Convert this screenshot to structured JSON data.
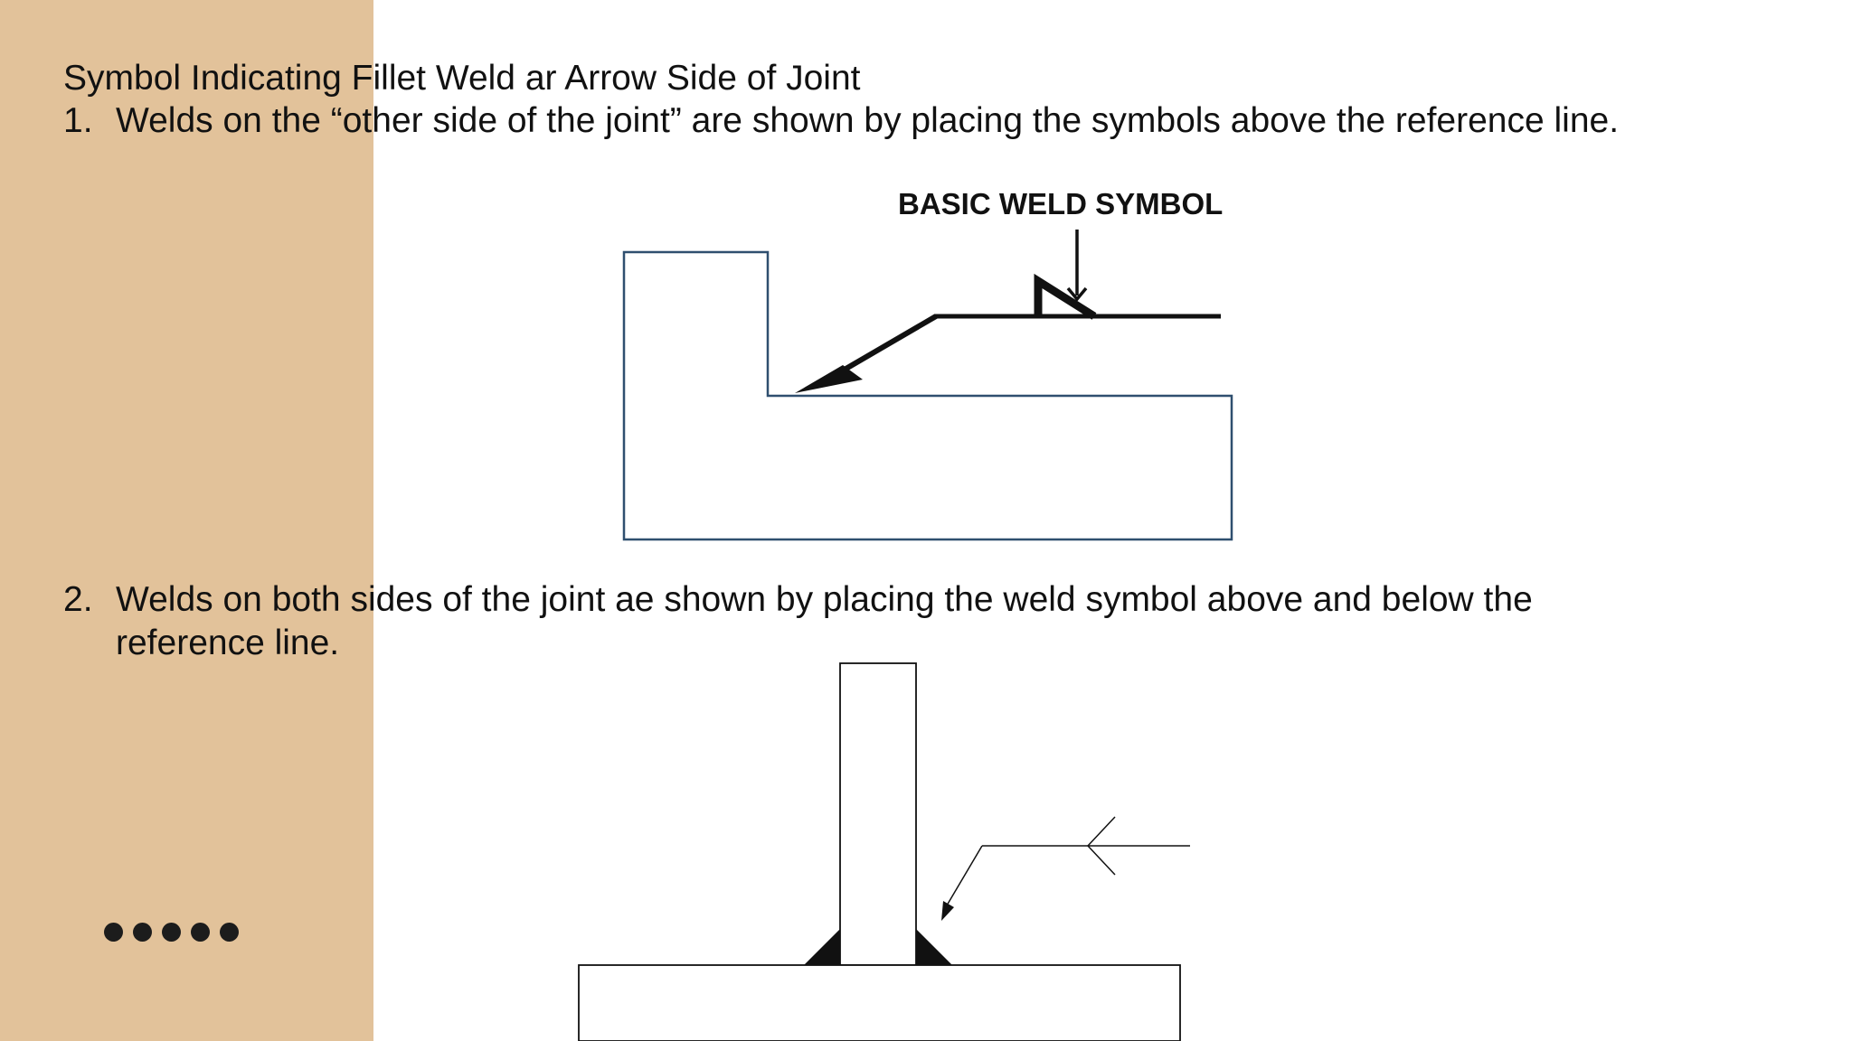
{
  "slide": {
    "title": "Symbol Indicating Fillet Weld ar Arrow Side of Joint",
    "items": [
      {
        "number": "1.",
        "text": "Welds on the “other side of the joint” are shown by placing the symbols above the reference line."
      },
      {
        "number": "2.",
        "text": "Welds on both sides of the joint ae shown by placing the weld symbol above and below the reference line."
      }
    ]
  },
  "diagram_1": {
    "label": "BASIC WELD SYMBOL"
  },
  "decor": {
    "panel_color": "#e2c29a",
    "outline_color": "#2f4f6f",
    "dot_count": 5
  }
}
